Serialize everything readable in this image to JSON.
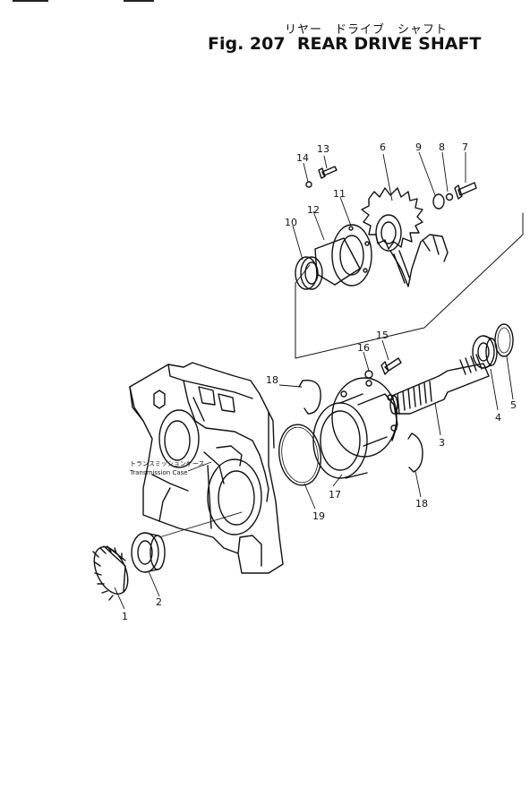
{
  "title": {
    "japanese": "リヤー　ドライブ　シャフト",
    "figure": "Fig. 207",
    "name": "REAR DRIVE SHAFT"
  },
  "case_label": {
    "japanese": "トランスミッションケース",
    "english": "Transmission Case"
  },
  "callouts": [
    "1",
    "2",
    "3",
    "4",
    "5",
    "6",
    "7",
    "8",
    "9",
    "10",
    "11",
    "12",
    "13",
    "14",
    "15",
    "16",
    "17",
    "18",
    "18",
    "19"
  ]
}
